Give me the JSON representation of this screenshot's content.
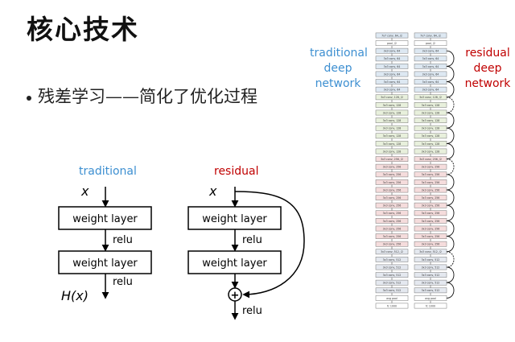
{
  "title": "核心技术",
  "bullet": "残差学习——简化了优化过程",
  "plain_block": {
    "title": "traditional",
    "input": "x",
    "layer1": "weight layer",
    "activation1": "relu",
    "layer2": "weight layer",
    "activation2": "relu",
    "output": "H(x)"
  },
  "residual_block": {
    "title": "residual",
    "input": "x",
    "layer1": "weight layer",
    "activation1": "relu",
    "layer2": "weight layer",
    "add_symbol": "+",
    "activation2": "relu"
  },
  "network_labels": {
    "traditional": [
      "traditional",
      "deep",
      "network"
    ],
    "residual": [
      "residual",
      "deep",
      "network"
    ]
  },
  "colors": {
    "traditional": "#3d8fd1",
    "residual": "#c00000",
    "conv64": "#dde8f2",
    "conv128": "#e8f0dc",
    "conv256": "#f5dcdc",
    "conv512": "#e4e8ef"
  },
  "network_layers": [
    {
      "label": "7x7 conv, 64, /2",
      "group": "conv64"
    },
    {
      "label": "pool, /2",
      "group": "pool"
    },
    {
      "label": "3x3 conv, 64",
      "group": "conv64"
    },
    {
      "label": "3x3 conv, 64",
      "group": "conv64"
    },
    {
      "label": "3x3 conv, 64",
      "group": "conv64"
    },
    {
      "label": "3x3 conv, 64",
      "group": "conv64"
    },
    {
      "label": "3x3 conv, 64",
      "group": "conv64"
    },
    {
      "label": "3x3 conv, 64",
      "group": "conv64"
    },
    {
      "label": "3x3 conv, 128, /2",
      "group": "conv128"
    },
    {
      "label": "3x3 conv, 128",
      "group": "conv128"
    },
    {
      "label": "3x3 conv, 128",
      "group": "conv128"
    },
    {
      "label": "3x3 conv, 128",
      "group": "conv128"
    },
    {
      "label": "3x3 conv, 128",
      "group": "conv128"
    },
    {
      "label": "3x3 conv, 128",
      "group": "conv128"
    },
    {
      "label": "3x3 conv, 128",
      "group": "conv128"
    },
    {
      "label": "3x3 conv, 128",
      "group": "conv128"
    },
    {
      "label": "3x3 conv, 256, /2",
      "group": "conv256"
    },
    {
      "label": "3x3 conv, 256",
      "group": "conv256"
    },
    {
      "label": "3x3 conv, 256",
      "group": "conv256"
    },
    {
      "label": "3x3 conv, 256",
      "group": "conv256"
    },
    {
      "label": "3x3 conv, 256",
      "group": "conv256"
    },
    {
      "label": "3x3 conv, 256",
      "group": "conv256"
    },
    {
      "label": "3x3 conv, 256",
      "group": "conv256"
    },
    {
      "label": "3x3 conv, 256",
      "group": "conv256"
    },
    {
      "label": "3x3 conv, 256",
      "group": "conv256"
    },
    {
      "label": "3x3 conv, 256",
      "group": "conv256"
    },
    {
      "label": "3x3 conv, 256",
      "group": "conv256"
    },
    {
      "label": "3x3 conv, 256",
      "group": "conv256"
    },
    {
      "label": "3x3 conv, 512, /2",
      "group": "conv512"
    },
    {
      "label": "3x3 conv, 512",
      "group": "conv512"
    },
    {
      "label": "3x3 conv, 512",
      "group": "conv512"
    },
    {
      "label": "3x3 conv, 512",
      "group": "conv512"
    },
    {
      "label": "3x3 conv, 512",
      "group": "conv512"
    },
    {
      "label": "3x3 conv, 512",
      "group": "conv512"
    },
    {
      "label": "avg pool",
      "group": "pool"
    },
    {
      "label": "fc 1000",
      "group": "fc"
    }
  ]
}
